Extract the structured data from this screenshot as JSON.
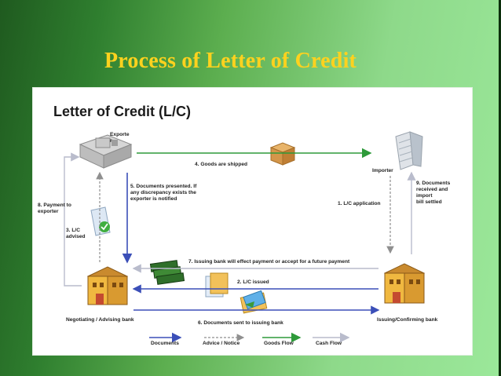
{
  "slide_title": "Process of Letter of Credit",
  "diagram": {
    "title": "Letter of Credit (L/C)",
    "nodes": {
      "exporter": "Exporte\nr",
      "importer": "Importer",
      "negotiating_bank": "Negotiating / Advising bank",
      "issuing_bank": "Issuing/Confirming  bank"
    },
    "steps": {
      "s1": "1. L/C application",
      "s2": "2. L/C issued",
      "s3": "3. L/C\nadvised",
      "s4": "4. Goods are shipped",
      "s5": "5. Documents presented. If\nany discrepancy exists the\nexporter is notified",
      "s6": "6. Documents sent to issuing bank",
      "s7": "7. Issuing bank will effect payment or accept for a future payment",
      "s8": "8. Payment to\nexporter",
      "s9": "9. Documents\nreceived and\nimport\nbill settled"
    },
    "legend": [
      {
        "label": "Documents",
        "color": "#3b4fb8"
      },
      {
        "label": "Advice / Notice",
        "color": "#9a9a9a"
      },
      {
        "label": "Goods Flow",
        "color": "#2e9a3a"
      },
      {
        "label": "Cash Flow",
        "color": "#b9bccc"
      }
    ]
  },
  "colors": {
    "title_yellow": "#ffd21e",
    "documents": "#3b4fb8",
    "advice": "#9a9a9a",
    "goods": "#2e9a3a",
    "cash": "#b9bccc"
  }
}
